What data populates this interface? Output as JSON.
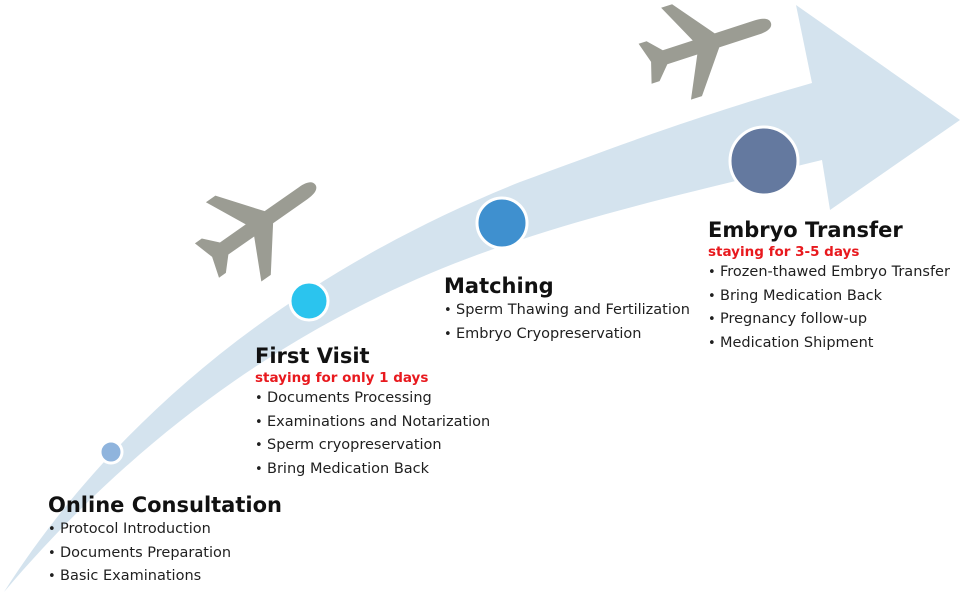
{
  "colors": {
    "arrow_fill": "#d4e3ee",
    "plane": "#9b9c93",
    "accent_red": "#e8191e",
    "dot_1": "#8fb4dd",
    "dot_2": "#2bc4ee",
    "dot_3": "#3f90cf",
    "dot_4": "#64799f"
  },
  "icons": {
    "plane_1": "airplane-icon",
    "plane_2": "airplane-icon"
  },
  "stages": [
    {
      "title": "Online Consultation",
      "stay": "",
      "dot_color": "#8fb4dd",
      "items": [
        "Protocol Introduction",
        "Documents Preparation",
        "Basic Examinations"
      ]
    },
    {
      "title": "First Visit",
      "stay": "staying for only 1 days",
      "dot_color": "#2bc4ee",
      "items": [
        "Documents Processing",
        "Examinations and Notarization",
        "Sperm cryopreservation",
        "Bring Medication Back"
      ]
    },
    {
      "title": "Matching",
      "stay": "",
      "dot_color": "#3f90cf",
      "items": [
        "Sperm Thawing and Fertilization",
        "Embryo Cryopreservation"
      ]
    },
    {
      "title": "Embryo Transfer",
      "stay": "staying for 3-5 days",
      "dot_color": "#64799f",
      "items": [
        "Frozen-thawed Embryo Transfer",
        "Bring Medication Back",
        "Pregnancy follow-up",
        "Medication Shipment"
      ]
    }
  ]
}
